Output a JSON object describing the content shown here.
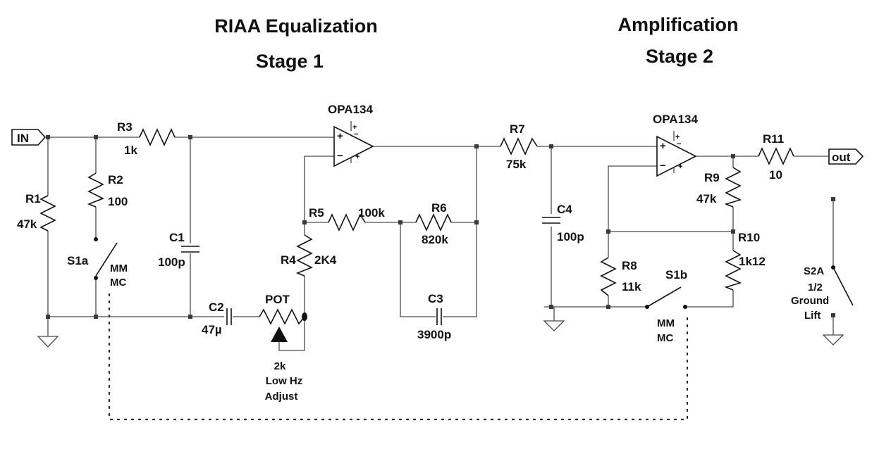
{
  "titles": {
    "stage1_line1": "RIAA Equalization",
    "stage1_line2": "Stage 1",
    "stage2_line1": "Amplification",
    "stage2_line2": "Stage 2"
  },
  "ports": {
    "input": "IN",
    "output": "out"
  },
  "opamps": {
    "u1": "OPA134",
    "u2": "OPA134"
  },
  "components": {
    "R1": {
      "name": "R1",
      "value": "47k"
    },
    "R2": {
      "name": "R2",
      "value": "100"
    },
    "R3": {
      "name": "R3",
      "value": "1k"
    },
    "R4": {
      "name": "R4",
      "value": "2K4"
    },
    "R5": {
      "name": "R5",
      "value": "100k"
    },
    "R6": {
      "name": "R6",
      "value": "820k"
    },
    "R7": {
      "name": "R7",
      "value": "75k"
    },
    "R8": {
      "name": "R8",
      "value": "11k"
    },
    "R9": {
      "name": "R9",
      "value": "47k"
    },
    "R10": {
      "name": "R10",
      "value": "1k12"
    },
    "R11": {
      "name": "R11",
      "value": "10"
    },
    "C1": {
      "name": "C1",
      "value": "100p"
    },
    "C2": {
      "name": "C2",
      "value": "47µ"
    },
    "C3": {
      "name": "C3",
      "value": "3900p"
    },
    "C4": {
      "name": "C4",
      "value": "100p"
    },
    "POT": {
      "name": "POT",
      "value": "2k",
      "note1": "Low Hz",
      "note2": "Adjust"
    }
  },
  "switches": {
    "S1a": {
      "name": "S1a",
      "pos1": "MM",
      "pos2": "MC"
    },
    "S1b": {
      "name": "S1b",
      "pos1": "MM",
      "pos2": "MC"
    },
    "S2A": {
      "name": "S2A",
      "line1": "1/2",
      "line2": "Ground",
      "line3": "Lift"
    }
  }
}
